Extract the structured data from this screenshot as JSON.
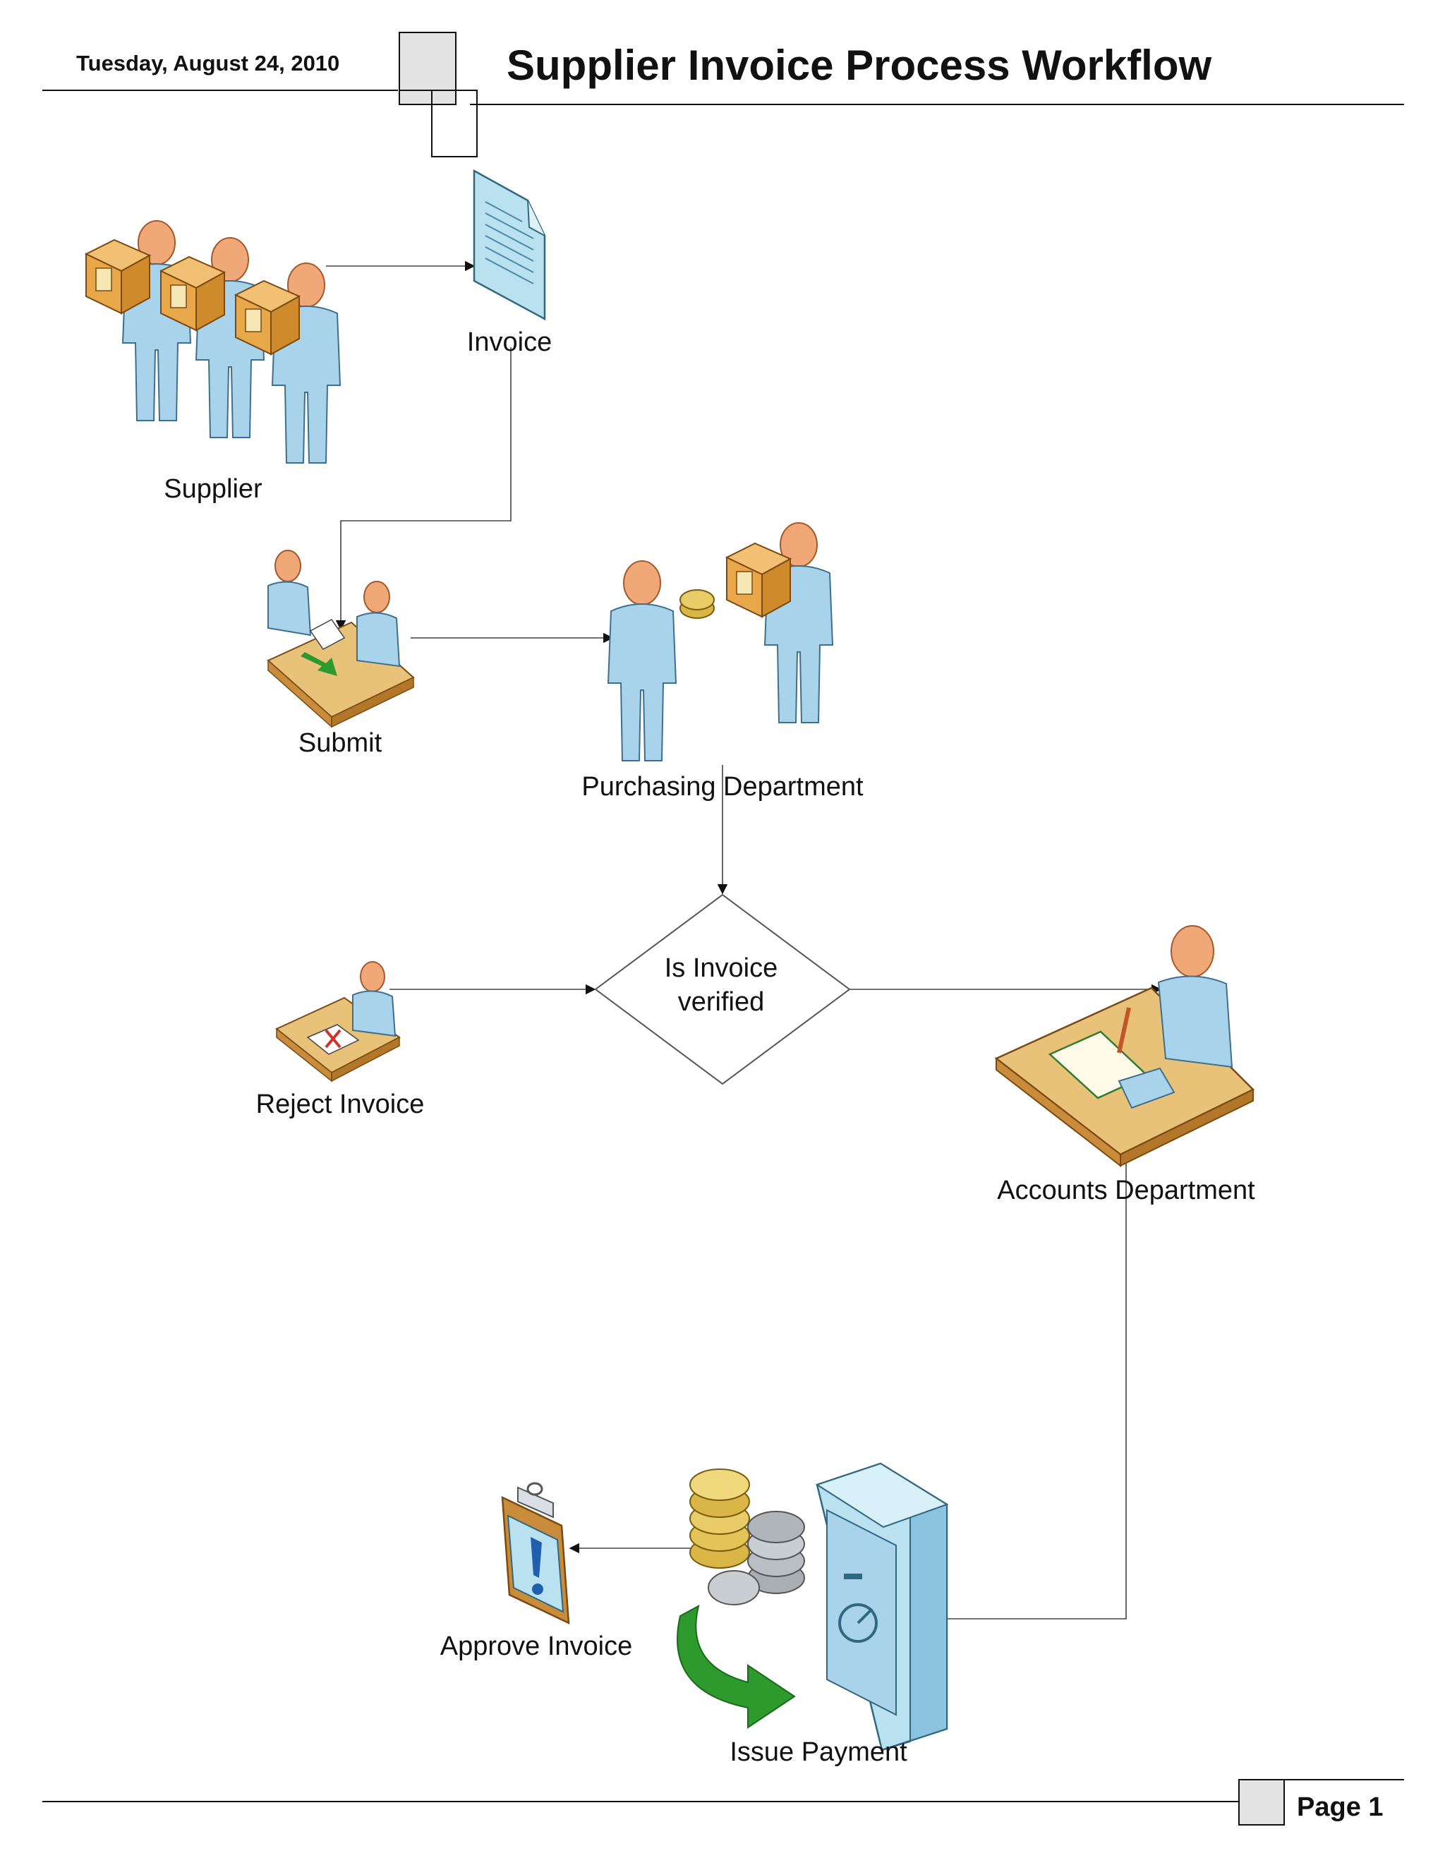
{
  "header": {
    "date": "Tuesday, August 24, 2010",
    "title": "Supplier Invoice Process Workflow"
  },
  "footer": {
    "page": "Page 1"
  },
  "nodes": {
    "supplier": "Supplier",
    "invoice": "Invoice",
    "submit": "Submit",
    "purchasing": "Purchasing Department",
    "decision_line1": "Is Invoice",
    "decision_line2": "verified",
    "reject": "Reject Invoice",
    "accounts": "Accounts Department",
    "approve": "Approve Invoice",
    "payment": "Issue Payment"
  },
  "icons": {
    "supplier": "supplier-people-with-boxes-icon",
    "invoice": "document-icon",
    "submit": "handover-desk-icon",
    "purchasing": "purchasing-people-icon",
    "reject": "reject-desk-icon",
    "accounts": "accountant-desk-icon",
    "approve": "clipboard-alert-icon",
    "payment": "safe-and-coins-icon"
  },
  "colors": {
    "skin": "#f0a878",
    "body": "#a9d3ea",
    "box": "#e8a84a",
    "desk": "#e9c27a",
    "arrow_green": "#2e9a2e",
    "gold": "#d9b645",
    "silver": "#a9aeb3",
    "line": "#444444"
  }
}
